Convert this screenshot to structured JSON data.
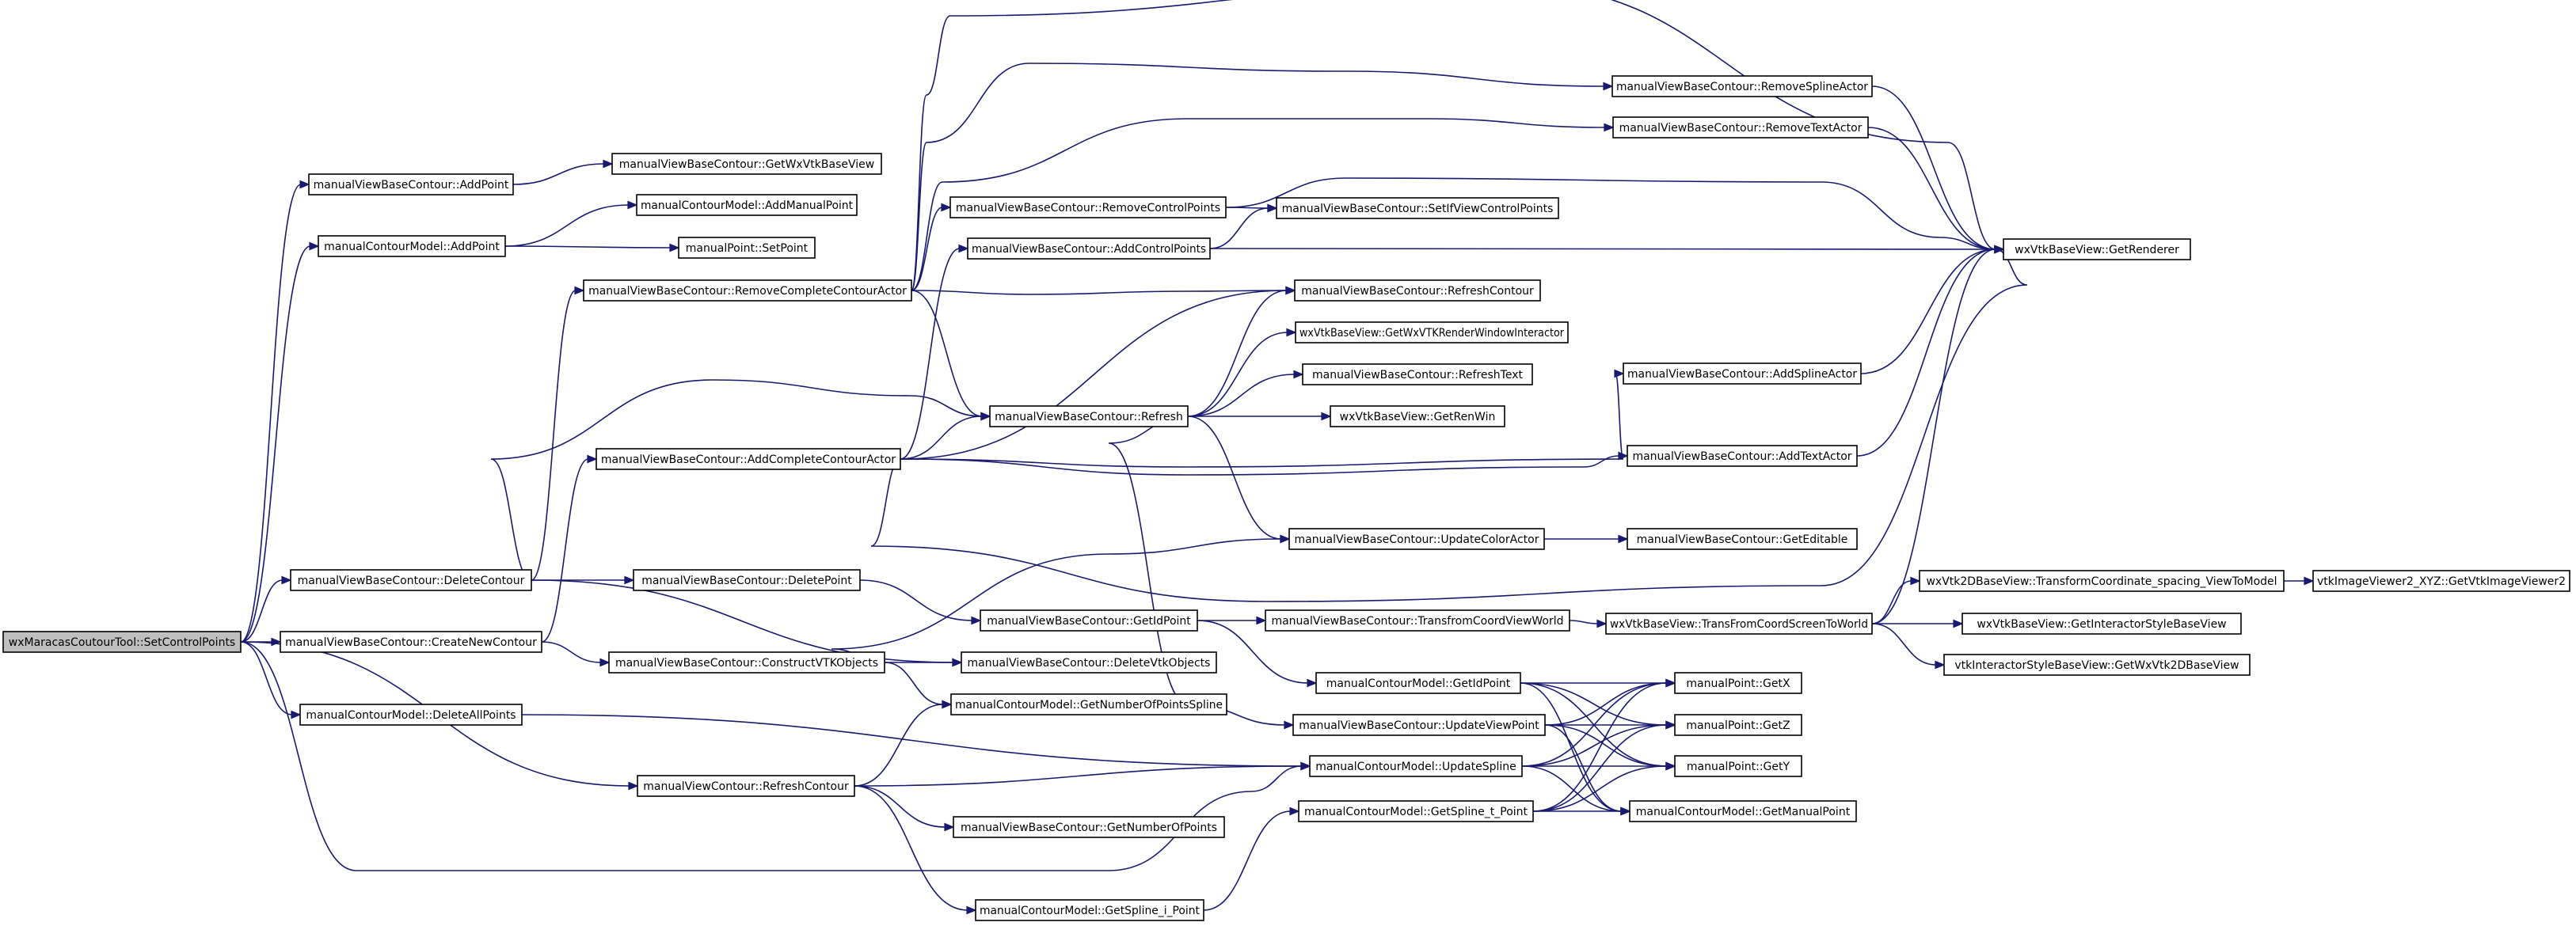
{
  "diagram": {
    "type": "call-graph",
    "nodes": [
      {
        "id": "root",
        "label": "wxMaracasCoutourTool::SetControlPoints"
      },
      {
        "id": "mvbc_addpoint",
        "label": "manualViewBaseContour::AddPoint"
      },
      {
        "id": "mcm_addpoint",
        "label": "manualContourModel::AddPoint"
      },
      {
        "id": "mvbc_deletecontour",
        "label": "manualViewBaseContour::DeleteContour"
      },
      {
        "id": "mvbc_createnewcontour",
        "label": "manualViewBaseContour::CreateNewContour"
      },
      {
        "id": "mcm_deleteallpoints",
        "label": "manualContourModel::DeleteAllPoints"
      },
      {
        "id": "mvc_refreshcontour",
        "label": "manualViewContour::RefreshContour"
      },
      {
        "id": "mvbc_getwxvtkbaseview",
        "label": "manualViewBaseContour::GetWxVtkBaseView"
      },
      {
        "id": "mcm_addmanualpoint",
        "label": "manualContourModel::AddManualPoint"
      },
      {
        "id": "mp_setpoint",
        "label": "manualPoint::SetPoint"
      },
      {
        "id": "mvbc_removecompletecontouractor",
        "label": "manualViewBaseContour::RemoveCompleteContourActor"
      },
      {
        "id": "mvbc_addcompletecontouractor",
        "label": "manualViewBaseContour::AddCompleteContourActor"
      },
      {
        "id": "mvbc_deletepoint",
        "label": "manualViewBaseContour::DeletePoint"
      },
      {
        "id": "mvbc_constructvtkobjects",
        "label": "manualViewBaseContour::ConstructVTKObjects"
      },
      {
        "id": "mvbc_removecontrolpoints",
        "label": "manualViewBaseContour::RemoveControlPoints"
      },
      {
        "id": "mvbc_addcontrolpoints",
        "label": "manualViewBaseContour::AddControlPoints"
      },
      {
        "id": "mvbc_refresh",
        "label": "manualViewBaseContour::Refresh"
      },
      {
        "id": "mvbc_getidpoint",
        "label": "manualViewBaseContour::GetIdPoint"
      },
      {
        "id": "mvbc_deletevtkobjects",
        "label": "manualViewBaseContour::DeleteVtkObjects"
      },
      {
        "id": "mcm_getnumberofpointsspline",
        "label": "manualContourModel::GetNumberOfPointsSpline"
      },
      {
        "id": "mvbc_getnumberofpoints",
        "label": "manualViewBaseContour::GetNumberOfPoints"
      },
      {
        "id": "mcm_getspline_i_point",
        "label": "manualContourModel::GetSpline_i_Point"
      },
      {
        "id": "mvbc_setifviewcontrolpoints",
        "label": "manualViewBaseContour::SetIfViewControlPoints"
      },
      {
        "id": "mvbc_refreshcontour",
        "label": "manualViewBaseContour::RefreshContour"
      },
      {
        "id": "wxv_getwxvtkrenderwindowinteractor",
        "label": "wxVtkBaseView::GetWxVTKRenderWindowInteractor"
      },
      {
        "id": "mvbc_refreshtext",
        "label": "manualViewBaseContour::RefreshText"
      },
      {
        "id": "wxv_getrenwin",
        "label": "wxVtkBaseView::GetRenWin"
      },
      {
        "id": "mvbc_updatecoloractor",
        "label": "manualViewBaseContour::UpdateColorActor"
      },
      {
        "id": "mvbc_transfromcoordviewworld",
        "label": "manualViewBaseContour::TransfromCoordViewWorld"
      },
      {
        "id": "mcm_getidpoint",
        "label": "manualContourModel::GetIdPoint"
      },
      {
        "id": "mvbc_updateviewpoint",
        "label": "manualViewBaseContour::UpdateViewPoint"
      },
      {
        "id": "mcm_updatespline",
        "label": "manualContourModel::UpdateSpline"
      },
      {
        "id": "mcm_getspline_t_point",
        "label": "manualContourModel::GetSpline_t_Point"
      },
      {
        "id": "mvbc_removesplineactor",
        "label": "manualViewBaseContour::RemoveSplineActor"
      },
      {
        "id": "mvbc_removetextactor",
        "label": "manualViewBaseContour::RemoveTextActor"
      },
      {
        "id": "mvbc_addsplineactor",
        "label": "manualViewBaseContour::AddSplineActor"
      },
      {
        "id": "mvbc_addtextactor",
        "label": "manualViewBaseContour::AddTextActor"
      },
      {
        "id": "mvbc_geteditable",
        "label": "manualViewBaseContour::GetEditable"
      },
      {
        "id": "wxv_transfromcoordscreentoworld",
        "label": "wxVtkBaseView::TransFromCoordScreenToWorld"
      },
      {
        "id": "mp_getx",
        "label": "manualPoint::GetX"
      },
      {
        "id": "mp_getz",
        "label": "manualPoint::GetZ"
      },
      {
        "id": "mp_gety",
        "label": "manualPoint::GetY"
      },
      {
        "id": "mcm_getmanualpoint",
        "label": "manualContourModel::GetManualPoint"
      },
      {
        "id": "wxv_getrenderer",
        "label": "wxVtkBaseView::GetRenderer"
      },
      {
        "id": "wxv2d_transformcoordinate",
        "label": "wxVtk2DBaseView::TransformCoordinate_spacing_ViewToModel"
      },
      {
        "id": "wxv_getinteractorstylebaseview",
        "label": "wxVtkBaseView::GetInteractorStyleBaseView"
      },
      {
        "id": "vtkisbv_getwxvtk2dbaseview",
        "label": "vtkInteractorStyleBaseView::GetWxVtk2DBaseView"
      },
      {
        "id": "vtkiv2_getvtkimageviewer2",
        "label": "vtkImageViewer2_XYZ::GetVtkImageViewer2"
      }
    ],
    "edges": [
      [
        "root",
        "mvbc_addpoint"
      ],
      [
        "root",
        "mcm_addpoint"
      ],
      [
        "root",
        "mvbc_deletecontour"
      ],
      [
        "root",
        "mvbc_createnewcontour"
      ],
      [
        "root",
        "mcm_deleteallpoints"
      ],
      [
        "root",
        "mvc_refreshcontour"
      ],
      [
        "root",
        "mcm_updatespline"
      ],
      [
        "mvbc_addpoint",
        "mvbc_getwxvtkbaseview"
      ],
      [
        "mcm_addpoint",
        "mcm_addmanualpoint"
      ],
      [
        "mcm_addpoint",
        "mp_setpoint"
      ],
      [
        "mvbc_deletecontour",
        "mvbc_removecompletecontouractor"
      ],
      [
        "mvbc_deletecontour",
        "mvbc_refresh"
      ],
      [
        "mvbc_deletecontour",
        "mvbc_deletepoint"
      ],
      [
        "mvbc_deletecontour",
        "mvbc_deletevtkobjects"
      ],
      [
        "mvbc_createnewcontour",
        "mvbc_addcompletecontouractor"
      ],
      [
        "mvbc_createnewcontour",
        "mvbc_constructvtkobjects"
      ],
      [
        "mcm_deleteallpoints",
        "mcm_updatespline"
      ],
      [
        "mvc_refreshcontour",
        "mcm_getnumberofpointsspline"
      ],
      [
        "mvc_refreshcontour",
        "mvbc_getnumberofpoints"
      ],
      [
        "mvc_refreshcontour",
        "mcm_getspline_i_point"
      ],
      [
        "mvc_refreshcontour",
        "mcm_updatespline"
      ],
      [
        "mvbc_removecompletecontouractor",
        "mvbc_removecontrolpoints"
      ],
      [
        "mvbc_removecompletecontouractor",
        "mvbc_refresh"
      ],
      [
        "mvbc_removecompletecontouractor",
        "mvbc_refreshcontour"
      ],
      [
        "mvbc_removecompletecontouractor",
        "mvbc_removesplineactor"
      ],
      [
        "mvbc_removecompletecontouractor",
        "mvbc_removetextactor"
      ],
      [
        "mvbc_removecompletecontouractor",
        "wxv_getrenderer"
      ],
      [
        "mvbc_addcompletecontouractor",
        "mvbc_addcontrolpoints"
      ],
      [
        "mvbc_addcompletecontouractor",
        "mvbc_refresh"
      ],
      [
        "mvbc_addcompletecontouractor",
        "mvbc_refreshcontour"
      ],
      [
        "mvbc_addcompletecontouractor",
        "mvbc_addsplineactor"
      ],
      [
        "mvbc_addcompletecontouractor",
        "mvbc_addtextactor"
      ],
      [
        "mvbc_addcompletecontouractor",
        "wxv_getrenderer"
      ],
      [
        "mvbc_deletepoint",
        "mvbc_getidpoint"
      ],
      [
        "mvbc_constructvtkobjects",
        "mvbc_deletevtkobjects"
      ],
      [
        "mvbc_constructvtkobjects",
        "mcm_getnumberofpointsspline"
      ],
      [
        "mvbc_constructvtkobjects",
        "mvbc_updatecoloractor"
      ],
      [
        "mvbc_removecontrolpoints",
        "mvbc_setifviewcontrolpoints"
      ],
      [
        "mvbc_removecontrolpoints",
        "wxv_getrenderer"
      ],
      [
        "mvbc_addcontrolpoints",
        "mvbc_setifviewcontrolpoints"
      ],
      [
        "mvbc_addcontrolpoints",
        "wxv_getrenderer"
      ],
      [
        "mvbc_refresh",
        "mvbc_refreshcontour"
      ],
      [
        "mvbc_refresh",
        "wxv_getwxvtkrenderwindowinteractor"
      ],
      [
        "mvbc_refresh",
        "mvbc_refreshtext"
      ],
      [
        "mvbc_refresh",
        "wxv_getrenwin"
      ],
      [
        "mvbc_refresh",
        "mvbc_updatecoloractor"
      ],
      [
        "mvbc_refresh",
        "mvbc_updateviewpoint"
      ],
      [
        "mvbc_getidpoint",
        "mvbc_transfromcoordviewworld"
      ],
      [
        "mvbc_getidpoint",
        "mcm_getidpoint"
      ],
      [
        "mvbc_updatecoloractor",
        "mvbc_geteditable"
      ],
      [
        "mvbc_transfromcoordviewworld",
        "wxv_transfromcoordscreentoworld"
      ],
      [
        "mcm_getidpoint",
        "mp_getx"
      ],
      [
        "mcm_getidpoint",
        "mp_getz"
      ],
      [
        "mcm_getidpoint",
        "mp_gety"
      ],
      [
        "mcm_getidpoint",
        "mcm_getmanualpoint"
      ],
      [
        "mvbc_updateviewpoint",
        "mp_getx"
      ],
      [
        "mvbc_updateviewpoint",
        "mp_getz"
      ],
      [
        "mvbc_updateviewpoint",
        "mp_gety"
      ],
      [
        "mvbc_updateviewpoint",
        "mcm_getmanualpoint"
      ],
      [
        "mcm_updatespline",
        "mp_getx"
      ],
      [
        "mcm_updatespline",
        "mp_getz"
      ],
      [
        "mcm_updatespline",
        "mp_gety"
      ],
      [
        "mcm_updatespline",
        "mcm_getmanualpoint"
      ],
      [
        "mcm_getspline_i_point",
        "mcm_getspline_t_point"
      ],
      [
        "mcm_getspline_t_point",
        "mp_getx"
      ],
      [
        "mcm_getspline_t_point",
        "mp_getz"
      ],
      [
        "mcm_getspline_t_point",
        "mp_gety"
      ],
      [
        "mcm_getspline_t_point",
        "mcm_getmanualpoint"
      ],
      [
        "mvbc_removesplineactor",
        "wxv_getrenderer"
      ],
      [
        "mvbc_removetextactor",
        "wxv_getrenderer"
      ],
      [
        "mvbc_addsplineactor",
        "wxv_getrenderer"
      ],
      [
        "mvbc_addtextactor",
        "wxv_getrenderer"
      ],
      [
        "wxv_transfromcoordscreentoworld",
        "wxv2d_transformcoordinate"
      ],
      [
        "wxv_transfromcoordscreentoworld",
        "wxv_getinteractorstylebaseview"
      ],
      [
        "wxv_transfromcoordscreentoworld",
        "vtkisbv_getwxvtk2dbaseview"
      ],
      [
        "wxv_transfromcoordscreentoworld",
        "wxv_getrenderer"
      ],
      [
        "wxv2d_transformcoordinate",
        "vtkiv2_getvtkimageviewer2"
      ]
    ]
  }
}
